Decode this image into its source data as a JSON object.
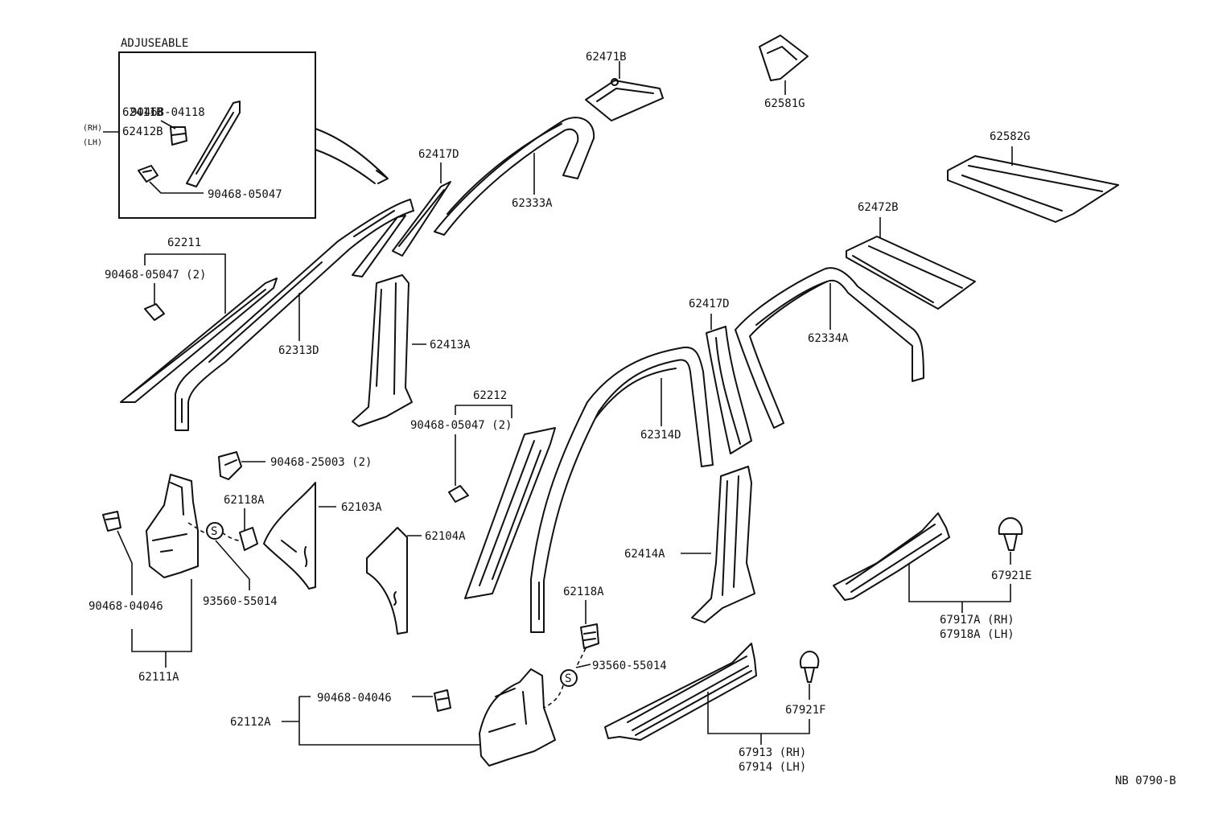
{
  "inset_title": "ADJUSEABLE",
  "labels": {
    "p62411B": "62411B",
    "p62411B_rh": "(RH)",
    "p62412B": "62412B",
    "p62412B_lh": "(LH)",
    "c90468_04118": "90468-04118",
    "c90468_05047_inset": "90468-05047",
    "p62211": "62211",
    "c90468_05047_a": "90468-05047 (2)",
    "p62313D": "62313D",
    "p62417D_a": "62417D",
    "p62333A": "62333A",
    "p62471B": "62471B",
    "p62581G": "62581G",
    "p62582G": "62582G",
    "p62472B": "62472B",
    "p62334A": "62334A",
    "p62417D_b": "62417D",
    "p62413A": "62413A",
    "p62212": "62212",
    "c90468_05047_b": "90468-05047 (2)",
    "p62314D": "62314D",
    "c90468_25003": "90468-25003 (2)",
    "p62118A_a": "62118A",
    "p62103A": "62103A",
    "p62104A": "62104A",
    "c90468_04046_a": "90468-04046",
    "c93560_55014_a": "93560-55014",
    "p62111A": "62111A",
    "p62414A": "62414A",
    "p62118A_b": "62118A",
    "c93560_55014_b": "93560-55014",
    "c90468_04046_b": "90468-04046",
    "p62112A": "62112A",
    "p67921E": "67921E",
    "p67917A": "67917A (RH)",
    "p67918A": "67918A (LH)",
    "p67921F": "67921F",
    "p67913": "67913 (RH)",
    "p67914": "67914 (LH)",
    "sealer_a": "S",
    "sealer_b": "S",
    "drawing_no": "NB 0790-B"
  }
}
